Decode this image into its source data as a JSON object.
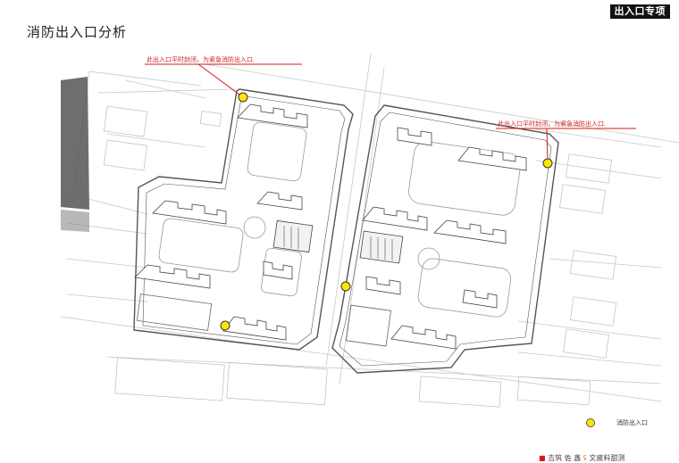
{
  "header": {
    "tag_label": "出入口专项",
    "title": "消防出入口分析"
  },
  "annotations": {
    "left_note": "此出入口平时封闭，为紧急消防出入口.",
    "right_note": "此出入口平时封闭，为紧急消防出入口."
  },
  "legend": {
    "entry_label": "消防出入口",
    "marker_color": "#ffe600"
  },
  "footer": {
    "logo_mark": "■",
    "logo_text": "吉筑 佐 鑫",
    "logo_icon": "ʢ",
    "logo_text2": "文疲料甜测"
  },
  "colors": {
    "annotation": "#d21b1b",
    "linework": "#7a7a7a",
    "entrance": "#ffe600"
  }
}
